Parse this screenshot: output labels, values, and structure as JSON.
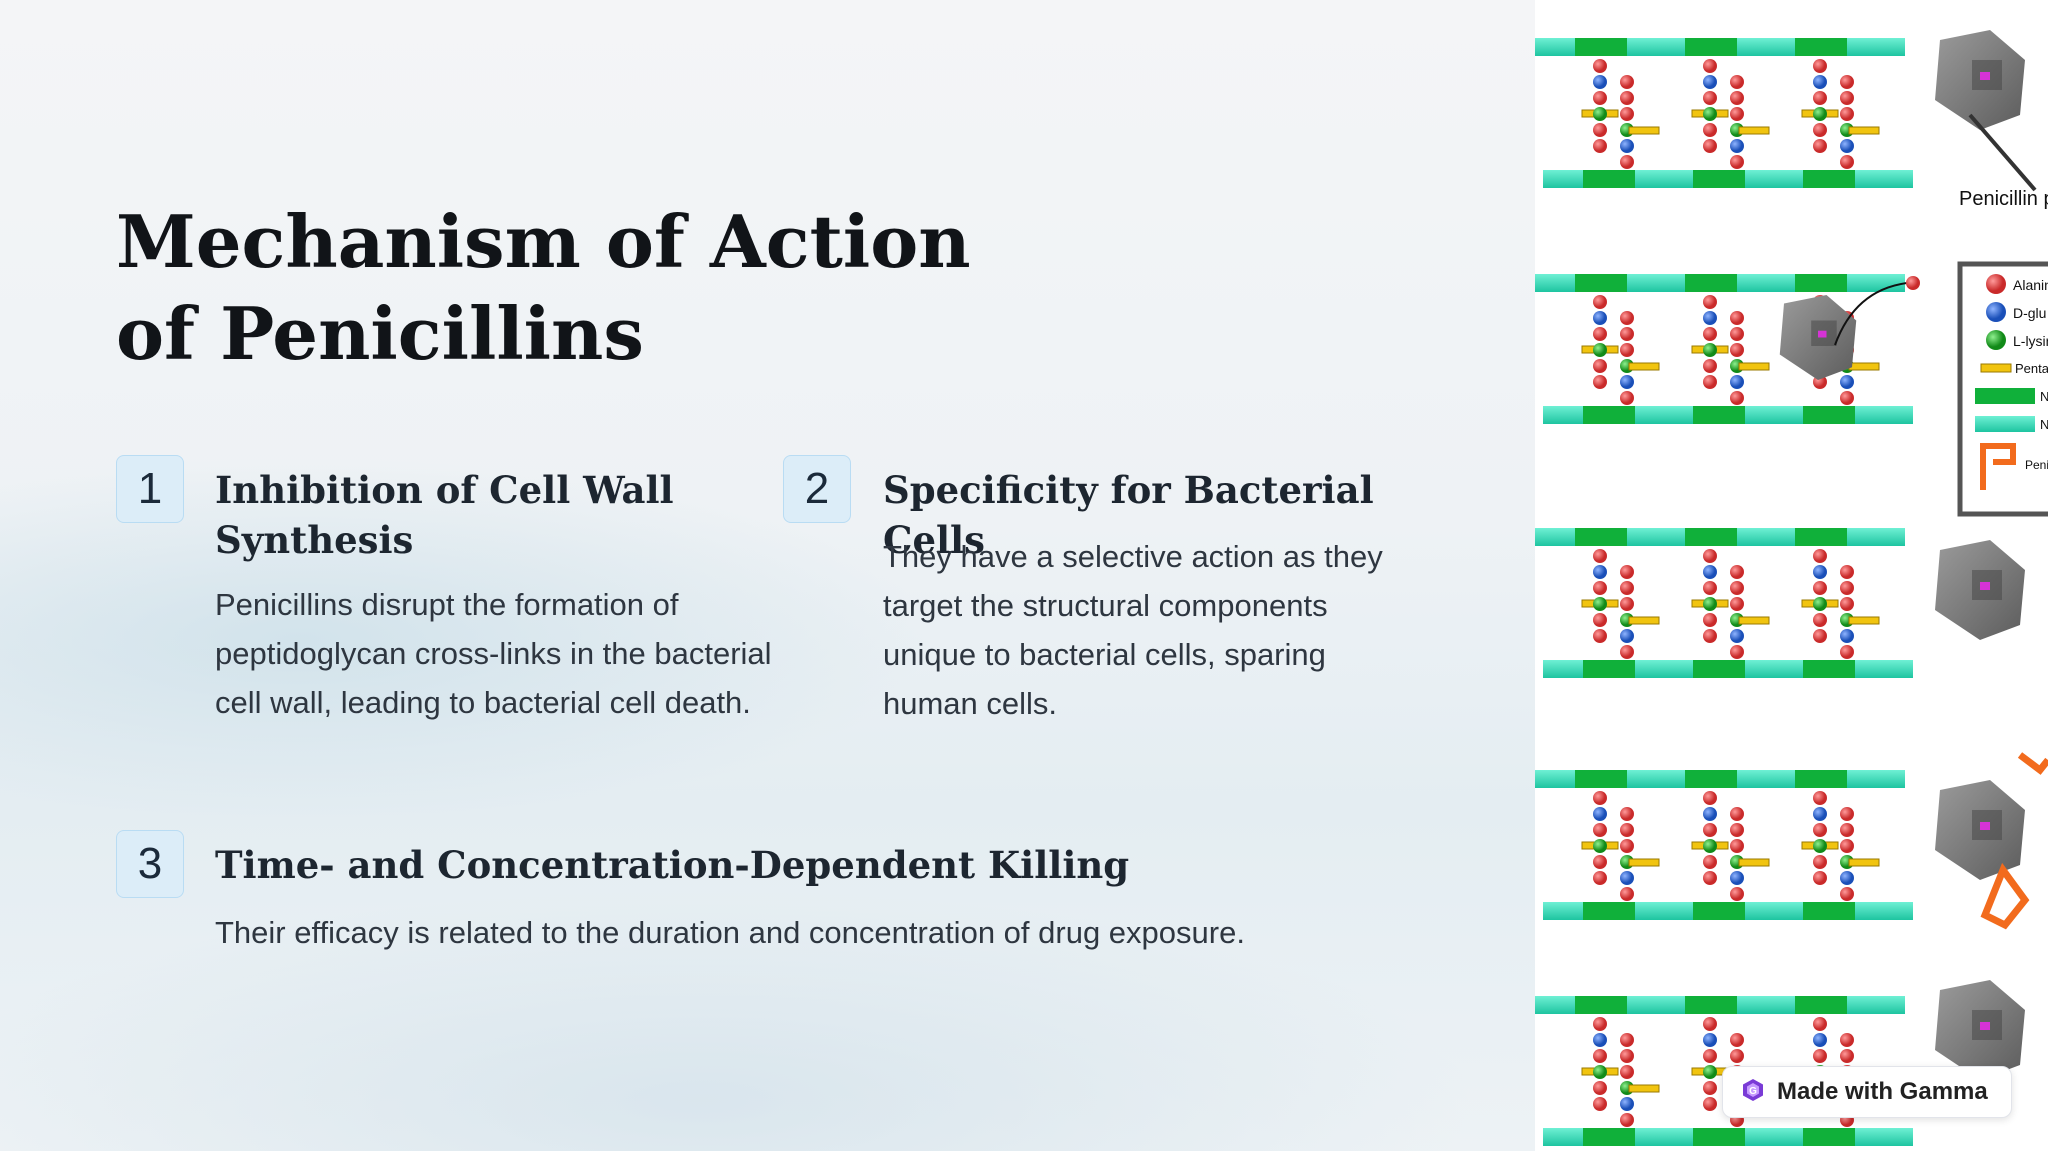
{
  "slide": {
    "title": "Mechanism of Action of Penicillins",
    "items": [
      {
        "number": "1",
        "title": "Inhibition of Cell Wall Synthesis",
        "body": "Penicillins disrupt the formation of peptidoglycan cross-links in the bacterial cell wall, leading to bacterial cell death."
      },
      {
        "number": "2",
        "title": "Specificity for Bacterial Cells",
        "body": "They have a selective action as they target the structural components unique to bacterial cells, sparing human cells."
      },
      {
        "number": "3",
        "title": "Time- and Concentration-Dependent Killing",
        "body": "Their efficacy is related to the duration and concentration of drug exposure."
      }
    ]
  },
  "illustration": {
    "label_top": "Penicillin protein",
    "legend": [
      "Alanine",
      "D-glu",
      "L-lysine",
      "Pentaglycine",
      "NAM",
      "NAG",
      "Penicillin"
    ]
  },
  "badge": {
    "label": "Made with Gamma",
    "icon": "gamma-logo-icon"
  },
  "colors": {
    "nag_strand": "#2dd4b0",
    "nam_block": "#10b03a",
    "alanine": "#d93434",
    "dglu": "#2460c8",
    "llysine": "#19a21f",
    "pentaglycine": "#f1c40f",
    "penicillin": "#f26b1d",
    "badge_icon": "#7a3bd6"
  }
}
